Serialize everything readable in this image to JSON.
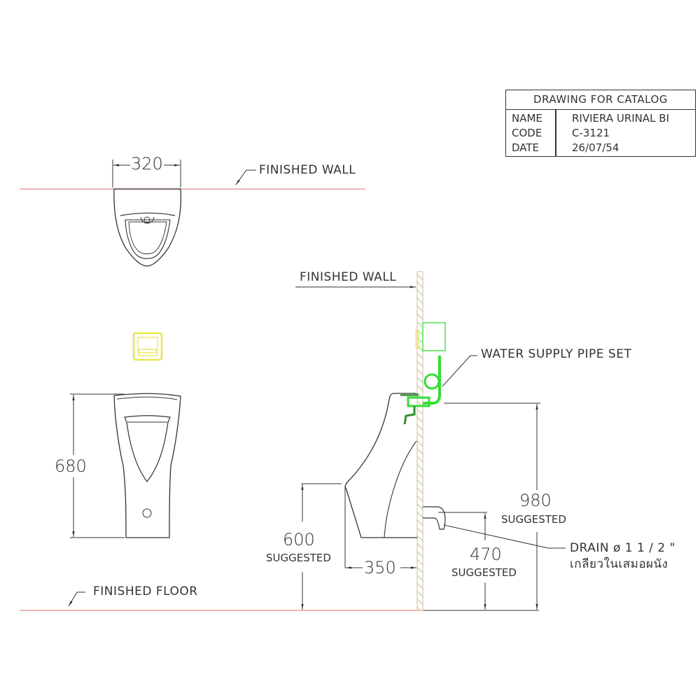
{
  "title_block": {
    "heading": "DRAWING FOR CATALOG",
    "rows": [
      {
        "key": "NAME",
        "value": "RIVIERA URINAL BI"
      },
      {
        "key": "CODE",
        "value": "C-3121"
      },
      {
        "key": "DATE",
        "value": "26/07/54"
      }
    ]
  },
  "top_view": {
    "width_dim": "320",
    "wall_label": "FINISHED WALL"
  },
  "front_view": {
    "height_dim": "680"
  },
  "side_view": {
    "wall_label": "FINISHED WALL",
    "floor_label": "FINISHED FLOOR",
    "pipe_label": "WATER SUPPLY PIPE SET",
    "rim_height": {
      "value": "600",
      "note": "SUGGESTED"
    },
    "projection": "350",
    "supply_height": {
      "value": "980",
      "note": "SUGGESTED"
    },
    "drain_height": {
      "value": "470",
      "note": "SUGGESTED"
    },
    "drain_label": "DRAIN ø 1 1 / 2 \"",
    "drain_note_th": "เกลียวในเสมอผนัง"
  },
  "colors": {
    "line": "#333333",
    "finish_line": "#e8a0a0",
    "wall_hatch": "#7ccc5a",
    "pipe": "#33dd33",
    "sensor": "#e6e64a"
  }
}
